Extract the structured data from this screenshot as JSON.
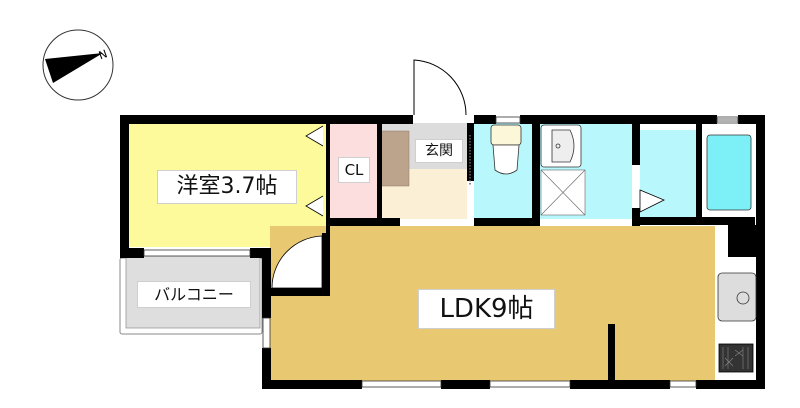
{
  "floorplan": {
    "compass": {
      "direction_label": "N",
      "icon": "north-arrow-icon"
    },
    "rooms": {
      "bedroom": {
        "label": "洋室3.7帖",
        "type": "Western-style room",
        "size_jo": 3.7,
        "color": "#fdfa9b"
      },
      "closet": {
        "label": "CL",
        "color": "#fddede"
      },
      "entrance": {
        "label": "玄関",
        "color": "#dcdcdc"
      },
      "hall": {
        "color": "#fbf0d6"
      },
      "toilet": {
        "color": "#b8f7fb"
      },
      "washroom": {
        "color": "#b8f7fb"
      },
      "bathroom": {
        "color": "#b8f7fb"
      },
      "balcony": {
        "label": "バルコニー",
        "color": "#dedede"
      },
      "ldk": {
        "label": "LDK9帖",
        "size_jo": 9,
        "color": "#e9c872"
      }
    },
    "fixtures": [
      "toilet-icon",
      "wash-basin-icon",
      "washing-machine-pan-icon",
      "bathtub-icon",
      "kitchen-sink-icon",
      "gas-stove-icon",
      "shoe-cabinet-icon"
    ],
    "colors": {
      "wall": "#000000",
      "window": "#ffffff",
      "tub": "#7df0f7"
    }
  }
}
